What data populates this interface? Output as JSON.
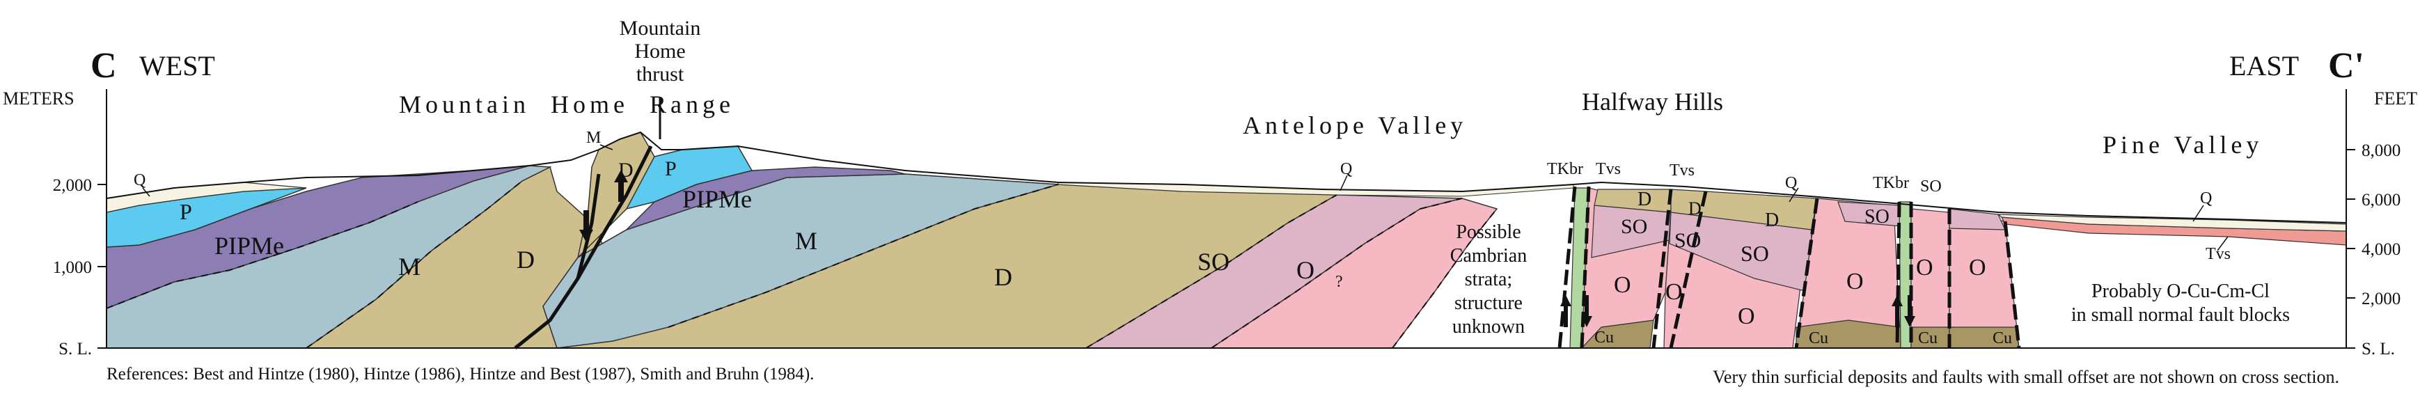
{
  "header": {
    "west_letter": "C",
    "west_label": "WEST",
    "east_label": "EAST",
    "east_letter": "C'"
  },
  "axes": {
    "left_unit": "METERS",
    "left_ticks": [
      "2,000",
      "1,000",
      "S. L."
    ],
    "right_unit": "FEET",
    "right_ticks": [
      "8,000",
      "6,000",
      "4,000",
      "2,000",
      "S. L."
    ]
  },
  "places": {
    "mountain_home_range": "Mountain  Home  Range",
    "thrust_line1": "Mountain",
    "thrust_line2": "Home",
    "thrust_line3": "thrust",
    "antelope_valley": "Antelope Valley",
    "halfway_hills": "Halfway Hills",
    "pine_valley": "Pine Valley"
  },
  "units": {
    "Q": "Q",
    "P": "P",
    "PIPMe": "PIPMe",
    "M": "M",
    "D": "D",
    "SO": "SO",
    "O": "O",
    "Cu": "Cu",
    "TKbr": "TKbr",
    "Tvs": "Tvs",
    "question": "?"
  },
  "notes": {
    "cambrian1": "Possible",
    "cambrian2": "Cambrian",
    "cambrian3": "strata;",
    "cambrian4": "structure",
    "cambrian5": "unknown",
    "probably1": "Probably O-Cu-Cm-Cl",
    "probably2": "in small normal fault blocks"
  },
  "footer": {
    "references": "References:  Best and Hintze (1980), Hintze (1986), Hintze and Best (1987), Smith and Bruhn (1984).",
    "disclaimer": "Very thin surficial deposits and faults with small offset are not shown on cross section."
  },
  "colors": {
    "Q": "#f6f3e2",
    "P": "#5ccbef",
    "PIPMe": "#8c7eb4",
    "M": "#a8c4cf",
    "D": "#cfbf8c",
    "SO": "#ddb5c6",
    "O": "#f6b9c3",
    "Cu": "#a89764",
    "TKbr": "#b2d8a2",
    "Tvs": "#f09a94"
  }
}
